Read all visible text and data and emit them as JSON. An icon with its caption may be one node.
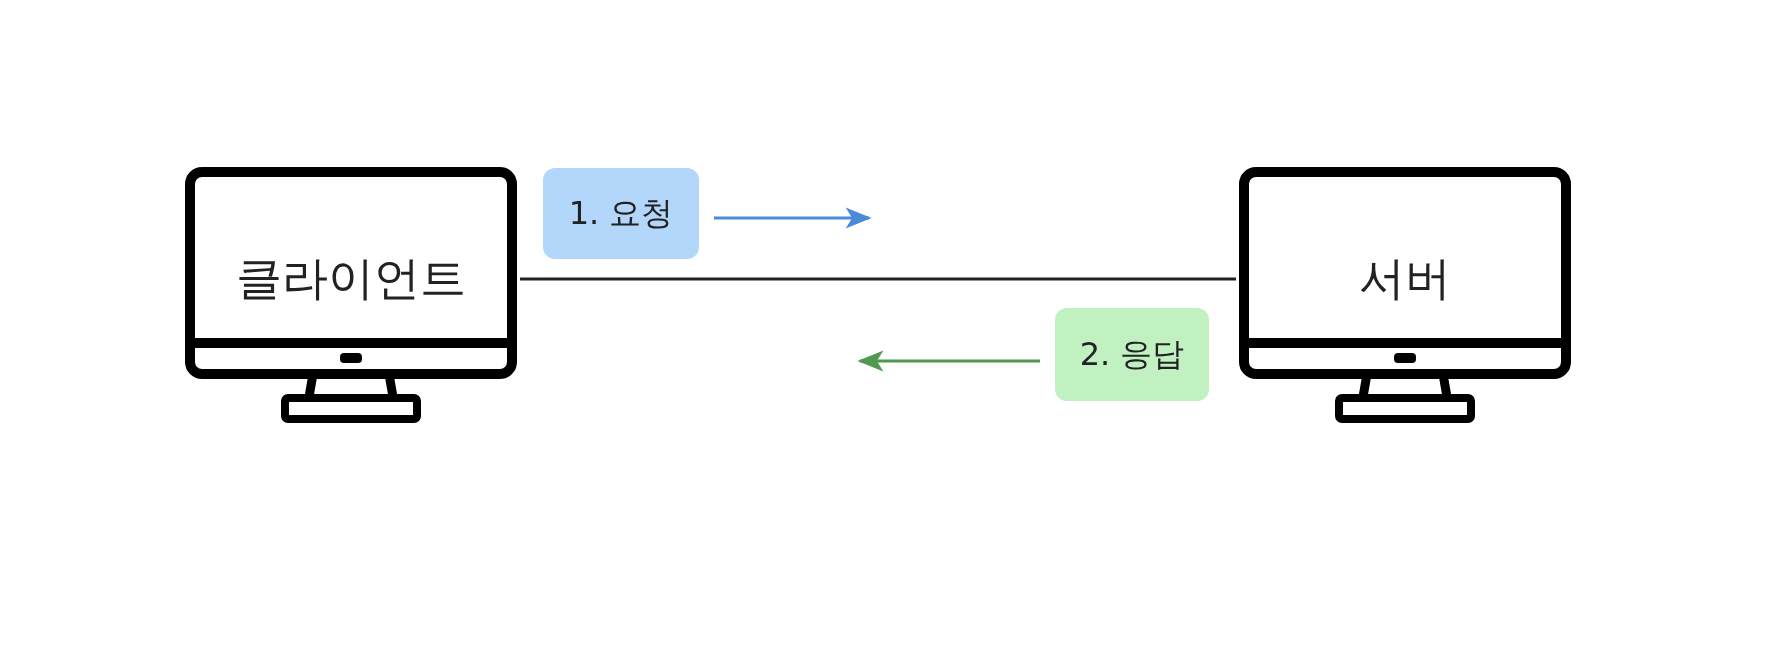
{
  "diagram": {
    "nodes": [
      {
        "text": [
          "클라이언트"
        ]
      },
      {
        "text": [
          "서버"
        ]
      },
      {
        "text": [
          "1. 요청"
        ]
      },
      {
        "text": [
          "2. 응답"
        ]
      }
    ],
    "edges": [
      {
        "from": 0,
        "to": 1,
        "arrow": "none"
      },
      {
        "from": 2,
        "to": null,
        "arrow": "to",
        "color": "#4a8ad8"
      },
      {
        "from": 3,
        "to": null,
        "arrow": "to",
        "color": "#4f9a4f"
      }
    ]
  }
}
